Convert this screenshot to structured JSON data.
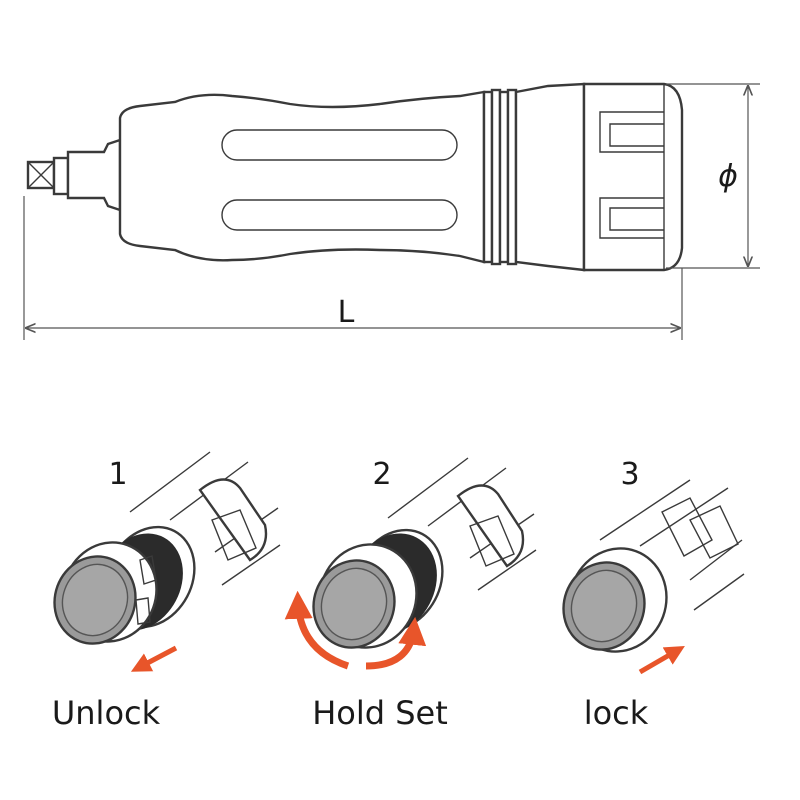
{
  "dimensions": {
    "length_label": "L",
    "diameter_label": "ϕ"
  },
  "steps": [
    {
      "number": "1",
      "label": "Unlock"
    },
    {
      "number": "2",
      "label": "Hold Set"
    },
    {
      "number": "3",
      "label": "lock"
    }
  ],
  "colors": {
    "line": "#3a3a3a",
    "arrow": "#e8552a",
    "cap_fill": "#9a9a9a",
    "ring_fill": "#2b2b2b"
  }
}
